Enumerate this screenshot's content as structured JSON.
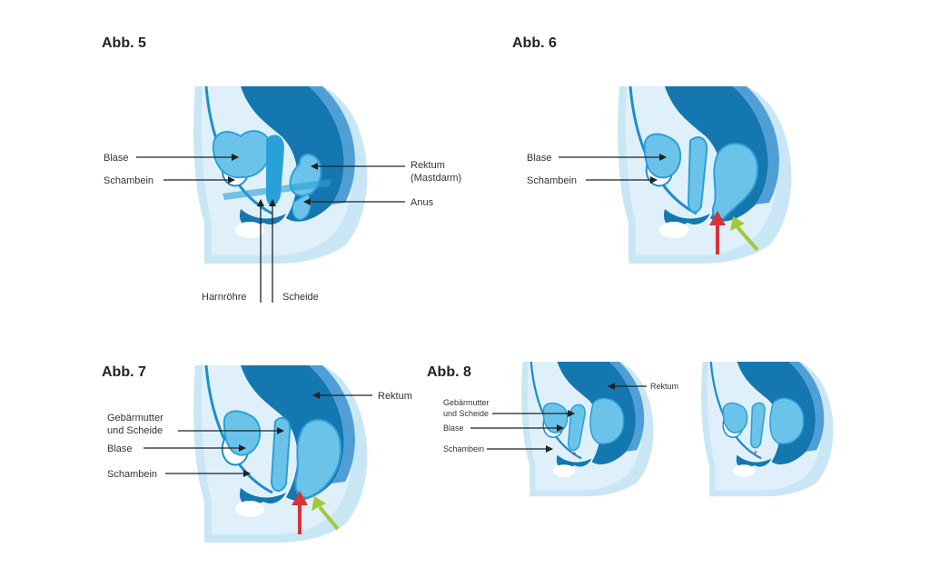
{
  "colors": {
    "skin_outer": "#c9e6f5",
    "skin_inner": "#dff0fa",
    "body_line": "#1d8fc9",
    "pelvic_dark": "#1477b0",
    "organ_mid": "#2aa0d8",
    "organ_light": "#6cc3ea",
    "rectum_shadow": "#4f9fd6",
    "bone": "#ffffff",
    "arrow_red": "#d8323a",
    "arrow_green": "#a4c639"
  },
  "figures": {
    "abb5": {
      "title": "Abb. 5",
      "labels": {
        "blase": "Blase",
        "schambein": "Schambein",
        "rektum": "Rektum",
        "mastdarm": "(Mastdarm)",
        "anus": "Anus",
        "harnroehre": "Harnröhre",
        "scheide": "Scheide"
      }
    },
    "abb6": {
      "title": "Abb. 6",
      "labels": {
        "blase": "Blase",
        "schambein": "Schambein"
      }
    },
    "abb7": {
      "title": "Abb. 7",
      "labels": {
        "rektum": "Rektum",
        "gebaermutter": "Gebärmutter",
        "und_scheide": "und Scheide",
        "blase": "Blase",
        "schambein": "Schambein"
      }
    },
    "abb8": {
      "title": "Abb. 8",
      "labels": {
        "rektum": "Rektum",
        "gebaermutter": "Gebärmutter",
        "und_scheide": "und Scheide",
        "blase": "Blase",
        "schambein": "Schambein"
      }
    }
  }
}
